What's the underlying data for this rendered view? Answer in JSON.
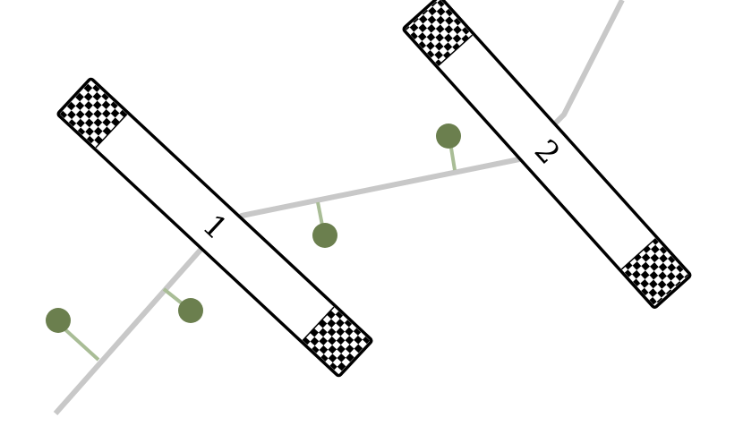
{
  "colors": {
    "background": "#ffffff",
    "track": "#c8c8c8",
    "branch": "#a9bd96",
    "marker": "#6b7f4e",
    "gate_outline": "#000000",
    "gate_fill": "#ffffff",
    "checker_dark": "#000000",
    "checker_light": "#ffffff"
  },
  "gates": [
    {
      "label": "1",
      "end_pattern": "checkered"
    },
    {
      "label": "2",
      "end_pattern": "checkered"
    }
  ],
  "markers": [
    {
      "icon": "marker-dot-icon"
    },
    {
      "icon": "marker-dot-icon"
    },
    {
      "icon": "marker-dot-icon"
    },
    {
      "icon": "marker-dot-icon"
    }
  ]
}
